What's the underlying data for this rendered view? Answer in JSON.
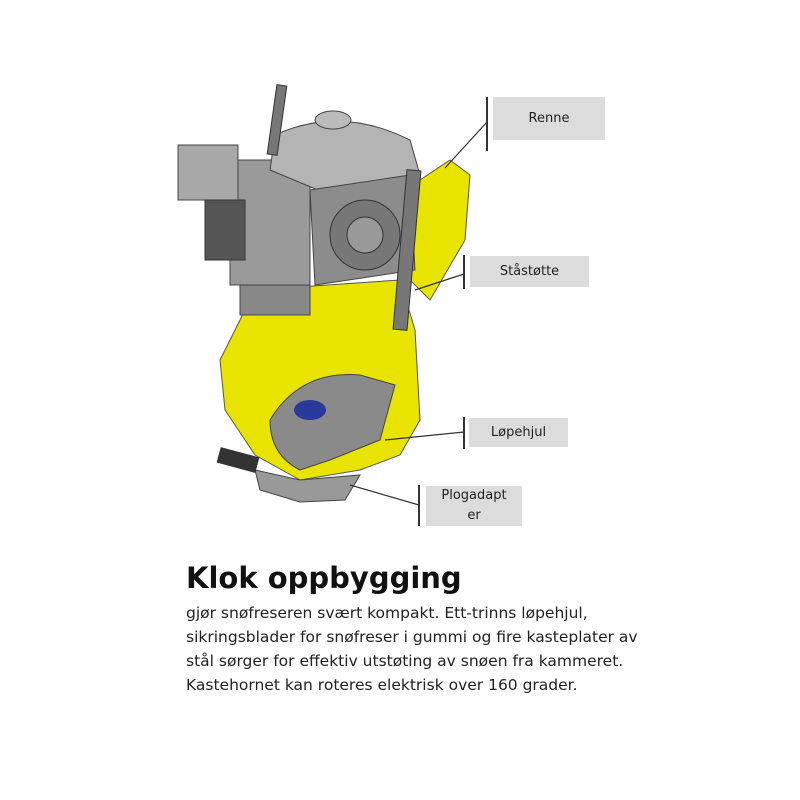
{
  "callouts": [
    {
      "label": "Renne"
    },
    {
      "label": "Ståstøtte"
    },
    {
      "label": "Løpehjul"
    },
    {
      "label": "Plogadapter"
    }
  ],
  "heading": "Klok oppbygging",
  "body": "gjør snøfreseren svært kompakt. Ett-trinns løpehjul, sikringsblader for snøfreser i gummi og fire kasteplater av stål sørger for effektiv utstøting av snøen fra kammeret. Kastehornet kan roteres elektrisk over 160 grader.",
  "colors": {
    "yellow": "#e8e400",
    "engine_gray": "#9a9a9a",
    "label_bg": "#dcdcdc"
  }
}
